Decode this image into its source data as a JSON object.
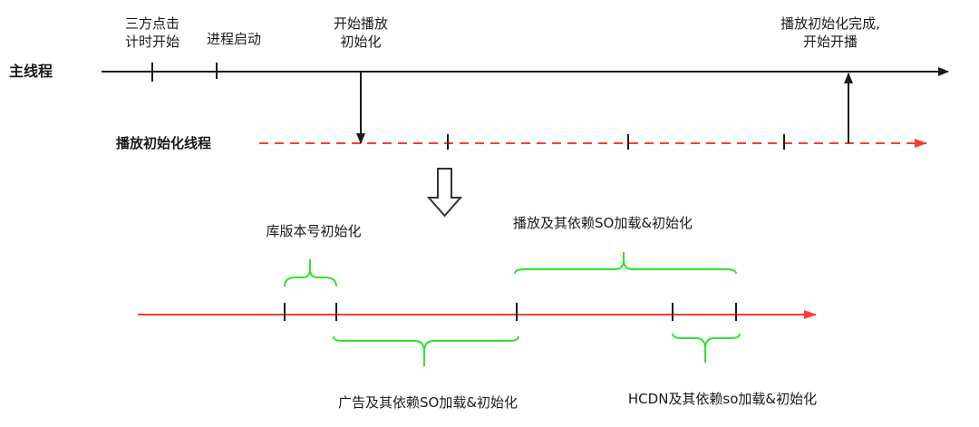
{
  "main_thread": {
    "label": "主线程",
    "markers": {
      "third_party": "三方点击\n计时开始",
      "process_start": "进程启动",
      "start_init": "开始播放\n初始化",
      "init_done": "播放初始化完成,\n开始开播"
    }
  },
  "init_thread": {
    "label": "播放初始化线程"
  },
  "detail_timeline": {
    "lib_version": "库版本号初始化",
    "player_so": "播放及其依赖SO加载&初始化",
    "ad_so": "广告及其依赖SO加载&初始化",
    "hcdn_so": "HCDN及其依赖so加载&初始化"
  },
  "colors": {
    "main_line": "#1a1a1a",
    "init_line": "#ff3b30",
    "brace": "#2ee62e",
    "down_arrow": "#333333"
  }
}
